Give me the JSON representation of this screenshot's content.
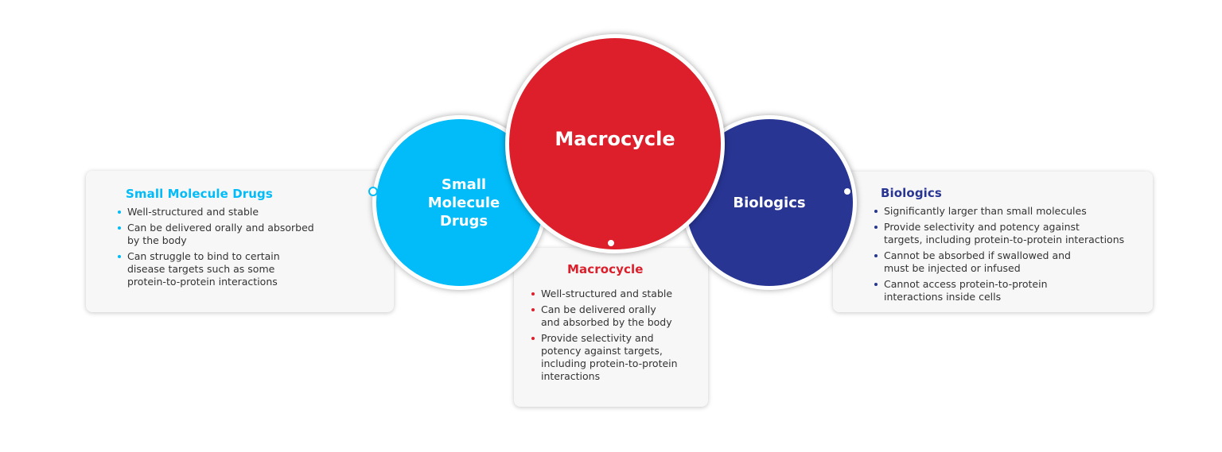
{
  "colors": {
    "small_molecule": "#01bcf9",
    "macrocycle": "#dc1f2b",
    "biologics": "#283593"
  },
  "circles": {
    "small_molecule": "Small Molecule Drugs",
    "macrocycle": "Macrocycle",
    "biologics": "Biologics"
  },
  "cards": {
    "small_molecule": {
      "title": "Small Molecule Drugs",
      "items": [
        "Well-structured and stable",
        "Can be delivered orally and absorbed\nby the body",
        "Can struggle to bind to certain\ndisease targets such as some\nprotein-to-protein interactions"
      ]
    },
    "macrocycle": {
      "title": "Macrocycle",
      "items": [
        "Well-structured and stable",
        "Can be delivered orally\nand absorbed by the body",
        "Provide selectivity and\npotency against targets,\nincluding protein-to-protein\ninteractions"
      ]
    },
    "biologics": {
      "title": "Biologics",
      "items": [
        "Significantly larger than small molecules",
        "Provide selectivity and potency against\ntargets, including protein-to-protein interactions",
        "Cannot be absorbed if swallowed and\nmust be injected or infused",
        "Cannot access protein-to-protein\ninteractions inside cells"
      ]
    }
  }
}
